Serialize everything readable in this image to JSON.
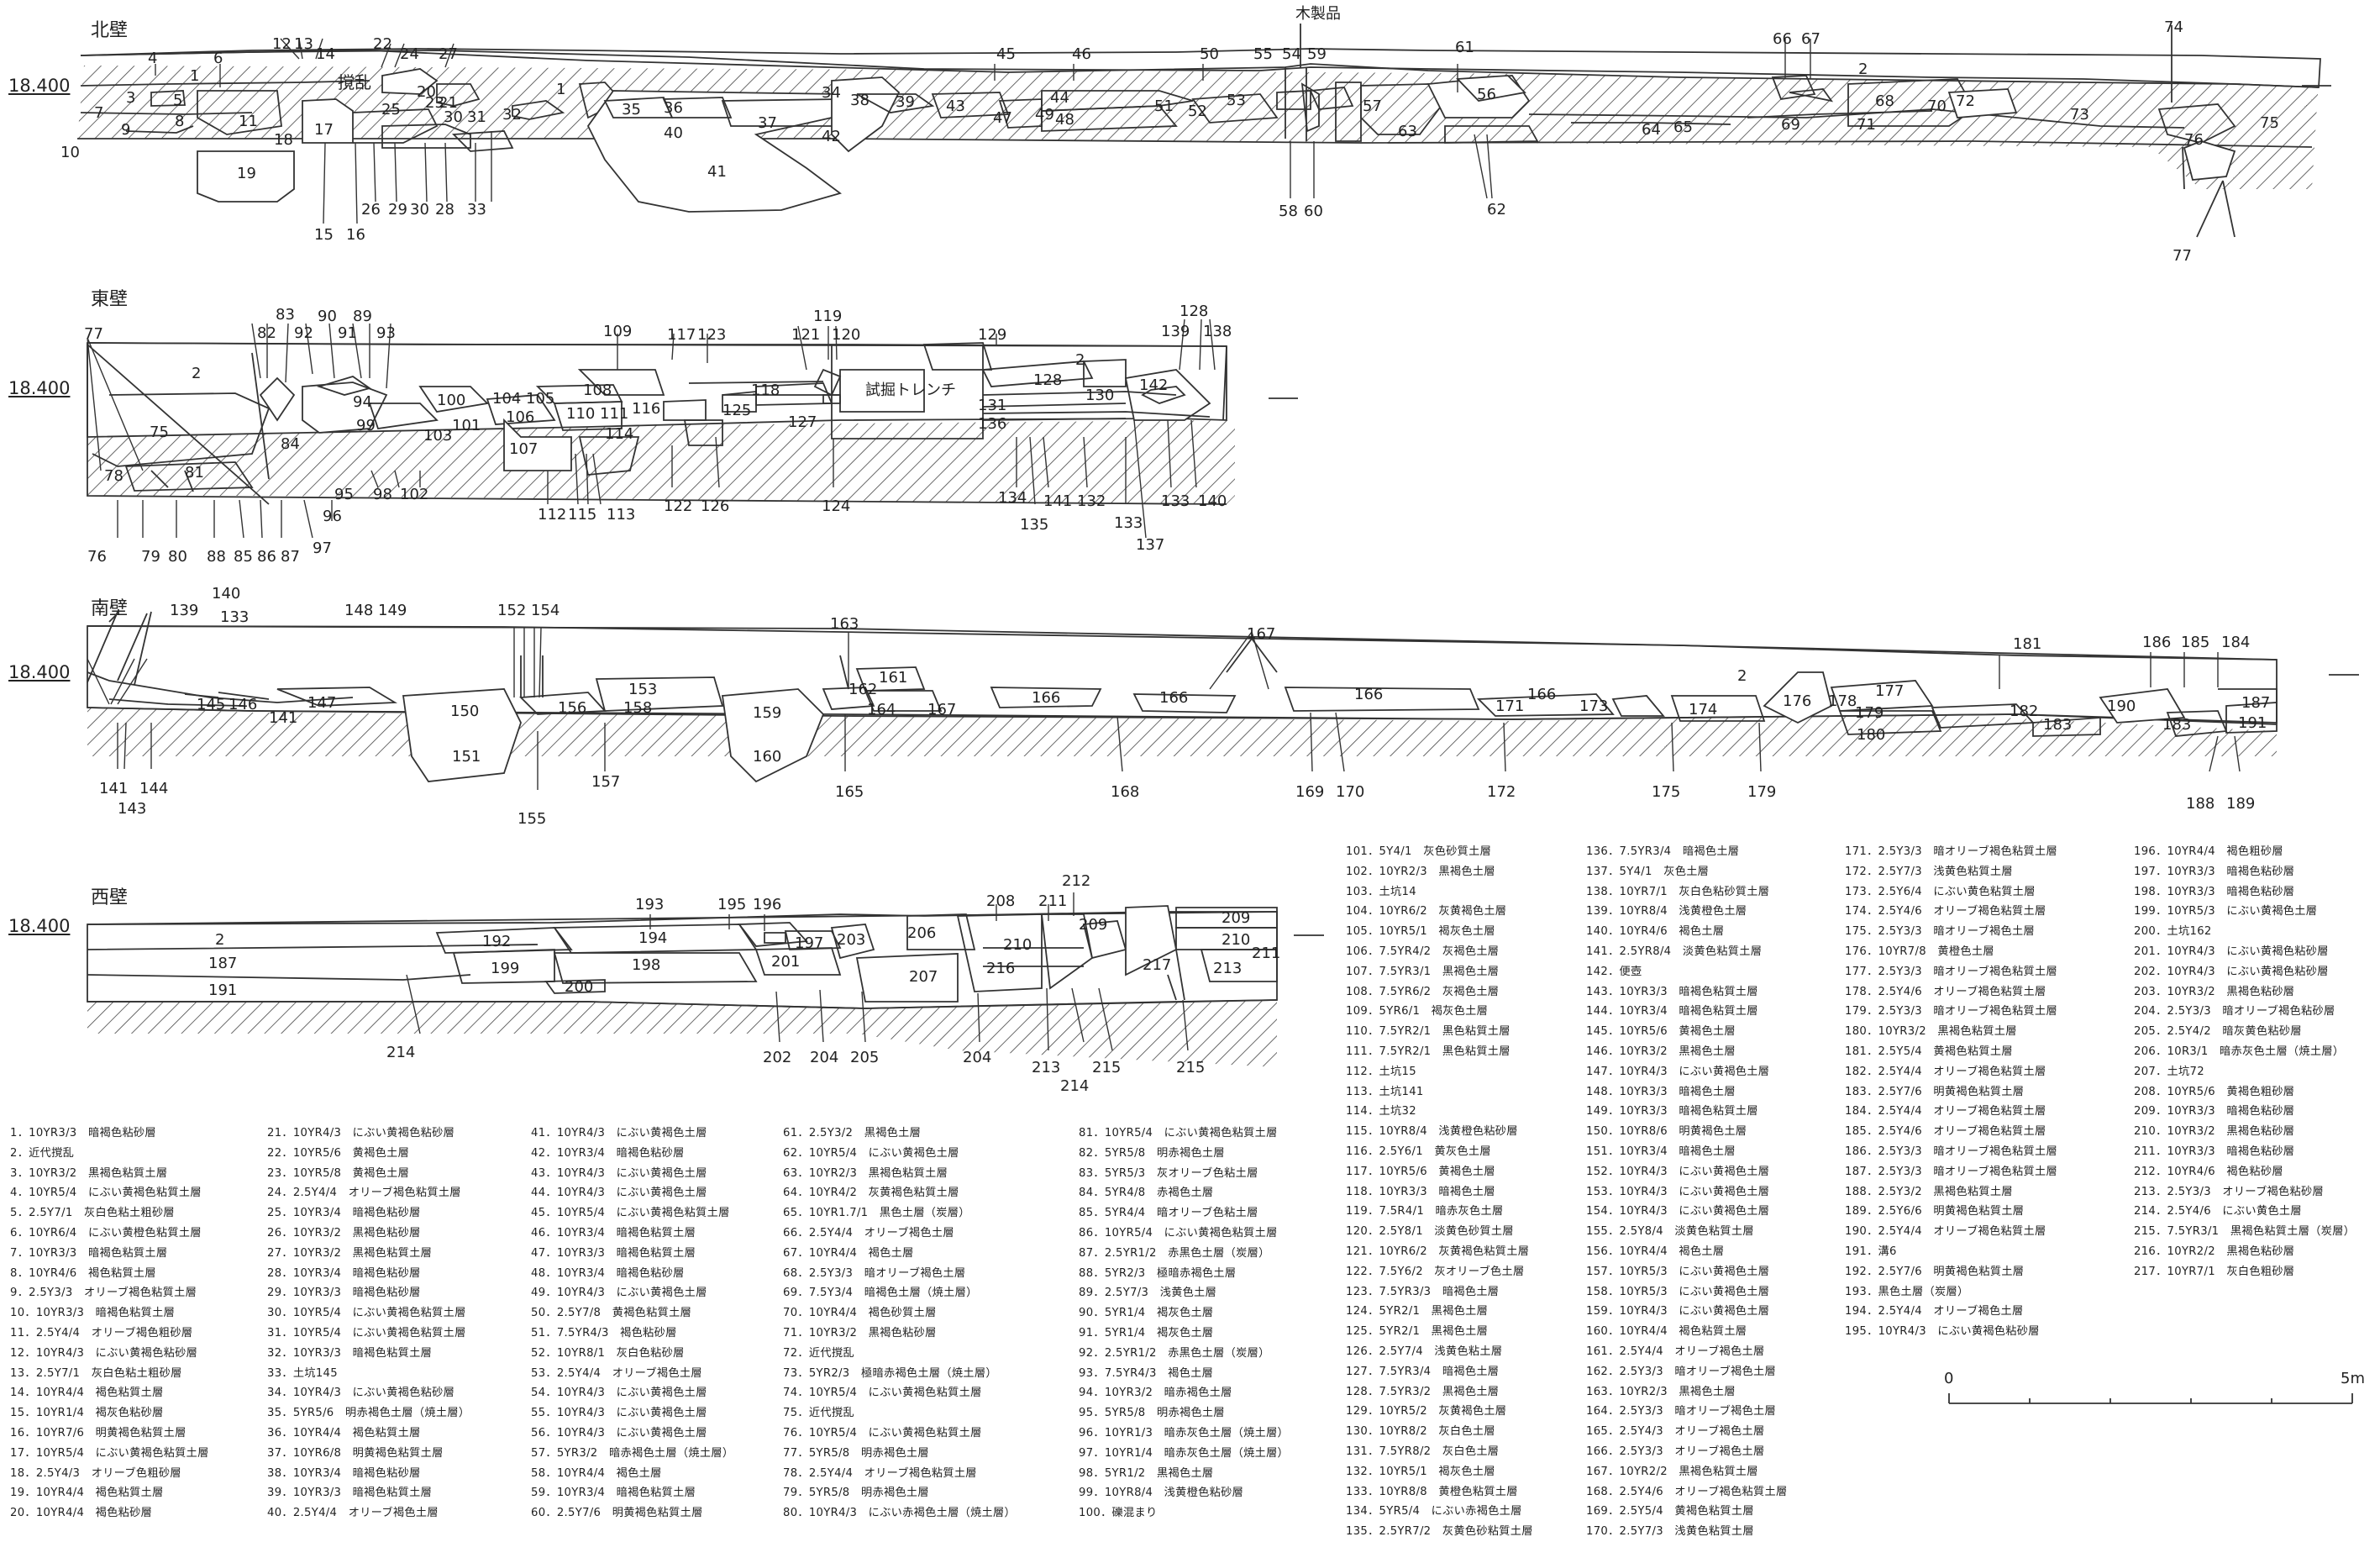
{
  "sections": {
    "north": {
      "title": "北壁",
      "elevation": "18.400",
      "disturbance": "撹乱",
      "wood": "木製品"
    },
    "east": {
      "title": "東壁",
      "elevation": "18.400",
      "trench": "試掘トレンチ"
    },
    "south": {
      "title": "南壁",
      "elevation": "18.400"
    },
    "west": {
      "title": "西壁",
      "elevation": "18.400"
    }
  },
  "scale": {
    "start": "0",
    "end": "5m"
  },
  "legend": {
    "col1": [
      "1．10YR3/3　暗褐色粘砂層",
      "2．近代撹乱",
      "3．10YR3/2　黒褐色粘質土層",
      "4．10YR5/4　にぶい黄褐色粘質土層",
      "5．2.5Y7/1　灰白色粘土粗砂層",
      "6．10YR6/4　にぶい黄橙色粘質土層",
      "7．10YR3/3　暗褐色粘質土層",
      "8．10YR4/6　褐色粘質土層",
      "9．2.5Y3/3　オリーブ褐色粘質土層",
      "10．10YR3/3　暗褐色粘質土層",
      "11．2.5Y4/4　オリーブ褐色粗砂層",
      "12．10YR4/3　にぶい黄褐色粘砂層",
      "13．2.5Y7/1　灰白色粘土粗砂層",
      "14．10YR4/4　褐色粘質土層",
      "15．10YR1/4　褐灰色粘砂層",
      "16．10YR7/6　明黄褐色粘質土層",
      "17．10YR5/4　にぶい黄褐色粘質土層",
      "18．2.5Y4/3　オリーブ色粗砂層",
      "19．10YR4/4　褐色粘質土層",
      "20．10YR4/4　褐色粘砂層"
    ],
    "col2": [
      "21．10YR4/3　にぶい黄褐色粘砂層",
      "22．10YR5/6　黄褐色土層",
      "23．10YR5/8　黄褐色土層",
      "24．2.5Y4/4　オリーブ褐色粘質土層",
      "25．10YR3/4　暗褐色粘砂層",
      "26．10YR3/2　黒褐色粘砂層",
      "27．10YR3/2　黒褐色粘質土層",
      "28．10YR3/4　暗褐色粘砂層",
      "29．10YR3/3　暗褐色粘砂層",
      "30．10YR5/4　にぶい黄褐色粘質土層",
      "31．10YR5/4　にぶい黄褐色粘質土層",
      "32．10YR3/3　暗褐色粘質土層",
      "33．土坑145",
      "34．10YR4/3　にぶい黄褐色粘砂層",
      "35．5YR5/6　明赤褐色土層（焼土層）",
      "36．10YR4/4　褐色粘質土層",
      "37．10YR6/8　明黄褐色粘質土層",
      "38．10YR3/4　暗褐色粘砂層",
      "39．10YR3/3　暗褐色粘質土層",
      "40．2.5Y4/4　オリーブ褐色土層"
    ],
    "col3": [
      "41．10YR4/3　にぶい黄褐色土層",
      "42．10YR3/4　暗褐色粘砂層",
      "43．10YR4/3　にぶい黄褐色土層",
      "44．10YR4/3　にぶい黄褐色土層",
      "45．10YR5/4　にぶい黄褐色粘質土層",
      "46．10YR3/4　暗褐色粘質土層",
      "47．10YR3/3　暗褐色粘質土層",
      "48．10YR3/4　暗褐色粘砂層",
      "49．10YR4/3　にぶい黄褐色土層",
      "50．2.5Y7/8　黄褐色粘質土層",
      "51．7.5YR4/3　褐色粘砂層",
      "52．10YR8/1　灰白色粘砂層",
      "53．2.5Y4/4　オリーブ褐色土層",
      "54．10YR4/3　にぶい黄褐色土層",
      "55．10YR4/3　にぶい黄褐色土層",
      "56．10YR4/3　にぶい黄褐色土層",
      "57．5YR3/2　暗赤褐色土層（焼土層）",
      "58．10YR4/4　褐色土層",
      "59．10YR3/4　暗褐色粘質土層",
      "60．2.5Y7/6　明黄褐色粘質土層"
    ],
    "col4": [
      "61．2.5Y3/2　黒褐色土層",
      "62．10YR5/4　にぶい黄褐色土層",
      "63．10YR2/3　黒褐色粘質土層",
      "64．10YR4/2　灰黄褐色粘質土層",
      "65．10YR1.7/1　黒色土層（炭層）",
      "66．2.5Y4/4　オリーブ褐色土層",
      "67．10YR4/4　褐色土層",
      "68．2.5Y3/3　暗オリーブ褐色土層",
      "69．7.5Y3/4　暗褐色土層（焼土層）",
      "70．10YR4/4　褐色砂質土層",
      "71．10YR3/2　黒褐色粘砂層",
      "72．近代撹乱",
      "73．5YR2/3　極暗赤褐色土層（焼土層）",
      "74．10YR5/4　にぶい黄褐色粘質土層",
      "75．近代撹乱",
      "76．10YR5/4　にぶい黄褐色粘質土層",
      "77．5YR5/8　明赤褐色土層",
      "78．2.5Y4/4　オリーブ褐色粘質土層",
      "79．5YR5/8　明赤褐色土層",
      "80．10YR4/3　にぶい赤褐色土層（焼土層）"
    ],
    "col5": [
      "81．10YR5/4　にぶい黄褐色粘質土層",
      "82．5YR5/8　明赤褐色土層",
      "83．5YR5/3　灰オリーブ色粘土層",
      "84．5YR4/8　赤褐色土層",
      "85．5YR4/4　暗オリーブ色粘土層",
      "86．10YR5/4　にぶい黄褐色粘質土層",
      "87．2.5YR1/2　赤黒色土層（炭層）",
      "88．5YR2/3　極暗赤褐色土層",
      "89．2.5Y7/3　浅黄色土層",
      "90．5YR1/4　褐灰色土層",
      "91．5YR1/4　褐灰色土層",
      "92．2.5YR1/2　赤黒色土層（炭層）",
      "93．7.5YR4/3　褐色土層",
      "94．10YR3/2　暗赤褐色土層",
      "95．5YR5/8　明赤褐色土層",
      "96．10YR1/3　暗赤灰色土層（焼土層）",
      "97．10YR1/4　暗赤灰色土層（焼土層）",
      "98．5YR1/2　黒褐色土層",
      "99．10YR8/4　浅黄橙色粘砂層",
      "100．礫混まり"
    ],
    "col6": [
      "101．5Y4/1　灰色砂質土層",
      "102．10YR2/3　黒褐色土層",
      "103．土坑14",
      "104．10YR6/2　灰黄褐色土層",
      "105．10YR5/1　褐灰色土層",
      "106．7.5YR4/2　灰褐色土層",
      "107．7.5YR3/1　黒褐色土層",
      "108．7.5YR6/2　灰褐色土層",
      "109．5YR6/1　褐灰色土層",
      "110．7.5YR2/1　黒色粘質土層",
      "111．7.5YR2/1　黒色粘質土層",
      "112．土坑15",
      "113．土坑141",
      "114．土坑32",
      "115．10YR8/4　浅黄橙色粘砂層",
      "116．2.5Y6/1　黄灰色土層",
      "117．10YR5/6　黄褐色土層",
      "118．10YR3/3　暗褐色土層",
      "119．7.5R4/1　暗赤灰色土層",
      "120．2.5Y8/1　淡黄色砂質土層",
      "121．10YR6/2　灰黄褐色粘質土層",
      "122．7.5Y6/2　灰オリーブ色土層",
      "123．7.5YR3/3　暗褐色土層",
      "124．5YR2/1　黒褐色土層",
      "125．5YR2/1　黒褐色土層",
      "126．2.5Y7/4　浅黄色粘土層",
      "127．7.5YR3/4　暗褐色土層",
      "128．7.5YR3/2　黒褐色土層",
      "129．10YR5/2　灰黄褐色土層",
      "130．10YR8/2　灰白色土層",
      "131．7.5YR8/2　灰白色土層",
      "132．10YR5/1　褐灰色土層",
      "133．10YR8/8　黄橙色粘質土層",
      "134．5YR5/4　にぶい赤褐色土層",
      "135．2.5YR7/2　灰黄色砂粘質土層"
    ],
    "col7": [
      "136．7.5YR3/4　暗褐色土層",
      "137．5Y4/1　灰色土層",
      "138．10YR7/1　灰白色粘砂質土層",
      "139．10YR8/4　浅黄橙色土層",
      "140．10YR4/6　褐色土層",
      "141．2.5YR8/4　淡黄色粘質土層",
      "142．便壺",
      "143．10YR3/3　暗褐色粘質土層",
      "144．10YR3/4　暗褐色粘質土層",
      "145．10YR5/6　黄褐色土層",
      "146．10YR3/2　黒褐色土層",
      "147．10YR4/3　にぶい黄褐色土層",
      "148．10YR3/3　暗褐色土層",
      "149．10YR3/3　暗褐色粘質土層",
      "150．10YR8/6　明黄褐色土層",
      "151．10YR3/4　暗褐色土層",
      "152．10YR4/3　にぶい黄褐色土層",
      "153．10YR4/3　にぶい黄褐色土層",
      "154．10YR4/3　にぶい黄褐色土層",
      "155．2.5Y8/4　淡黄色粘質土層",
      "156．10YR4/4　褐色土層",
      "157．10YR5/3　にぶい黄褐色土層",
      "158．10YR5/3　にぶい黄褐色土層",
      "159．10YR4/3　にぶい黄褐色土層",
      "160．10YR4/4　褐色粘質土層",
      "161．2.5Y4/4　オリーブ褐色土層",
      "162．2.5Y3/3　暗オリーブ褐色土層",
      "163．10YR2/3　黒褐色土層",
      "164．2.5Y3/3　暗オリーブ褐色土層",
      "165．2.5Y4/3　オリーブ褐色土層",
      "166．2.5Y3/3　オリーブ褐色土層",
      "167．10YR2/2　黒褐色粘質土層",
      "168．2.5Y4/6　オリーブ褐色粘質土層",
      "169．2.5Y5/4　黄褐色粘質土層",
      "170．2.5Y7/3　浅黄色粘質土層"
    ],
    "col8": [
      "171．2.5Y3/3　暗オリーブ褐色粘質土層",
      "172．2.5Y7/3　浅黄色粘質土層",
      "173．2.5Y6/4　にぶい黄色粘質土層",
      "174．2.5Y4/6　オリーブ褐色粘質土層",
      "175．2.5Y3/3　暗オリーブ褐色土層",
      "176．10YR7/8　黄橙色土層",
      "177．2.5Y3/3　暗オリーブ褐色粘質土層",
      "178．2.5Y4/6　オリーブ褐色粘質土層",
      "179．2.5Y3/3　暗オリーブ褐色粘質土層",
      "180．10YR3/2　黒褐色粘質土層",
      "181．2.5Y5/4　黄褐色粘質土層",
      "182．2.5Y4/4　オリーブ褐色粘質土層",
      "183．2.5Y7/6　明黄褐色粘質土層",
      "184．2.5Y4/4　オリーブ褐色粘質土層",
      "185．2.5Y4/6　オリーブ褐色粘質土層",
      "186．2.5Y3/3　暗オリーブ褐色粘質土層",
      "187．2.5Y3/3　暗オリーブ褐色粘質土層",
      "188．2.5Y3/2　黒褐色粘質土層",
      "189．2.5Y6/6　明黄褐色粘質土層",
      "190．2.5Y4/4　オリーブ褐色粘質土層",
      "191．溝6",
      "192．2.5Y7/6　明黄褐色粘質土層",
      "193．黒色土層（炭層）",
      "194．2.5Y4/4　オリーブ褐色土層",
      "195．10YR4/3　にぶい黄褐色粘砂層"
    ],
    "col9": [
      "196．10YR4/4　褐色粗砂層",
      "197．10YR3/3　暗褐色粘砂層",
      "198．10YR3/3　暗褐色粘砂層",
      "199．10YR5/3　にぶい黄褐色土層",
      "200．土坑162",
      "201．10YR4/3　にぶい黄褐色粘砂層",
      "202．10YR4/3　にぶい黄褐色粘砂層",
      "203．10YR3/2　黒褐色粘砂層",
      "204．2.5Y3/3　暗オリーブ褐色粘砂層",
      "205．2.5Y4/2　暗灰黄色粘砂層",
      "206．10R3/1　暗赤灰色土層（焼土層）",
      "207．土坑72",
      "208．10YR5/6　黄褐色粗砂層",
      "209．10YR3/3　暗褐色粘砂層",
      "210．10YR3/2　黒褐色粘砂層",
      "211．10YR3/3　暗褐色粘砂層",
      "212．10YR4/6　褐色粘砂層",
      "213．2.5Y3/3　オリーブ褐色粘砂層",
      "214．2.5Y4/6　にぶい黄色土層",
      "215．7.5YR3/1　黒褐色粘質土層（炭層）",
      "216．10YR2/2　黒褐色粘砂層",
      "217．10YR7/1　灰白色粗砂層"
    ]
  }
}
